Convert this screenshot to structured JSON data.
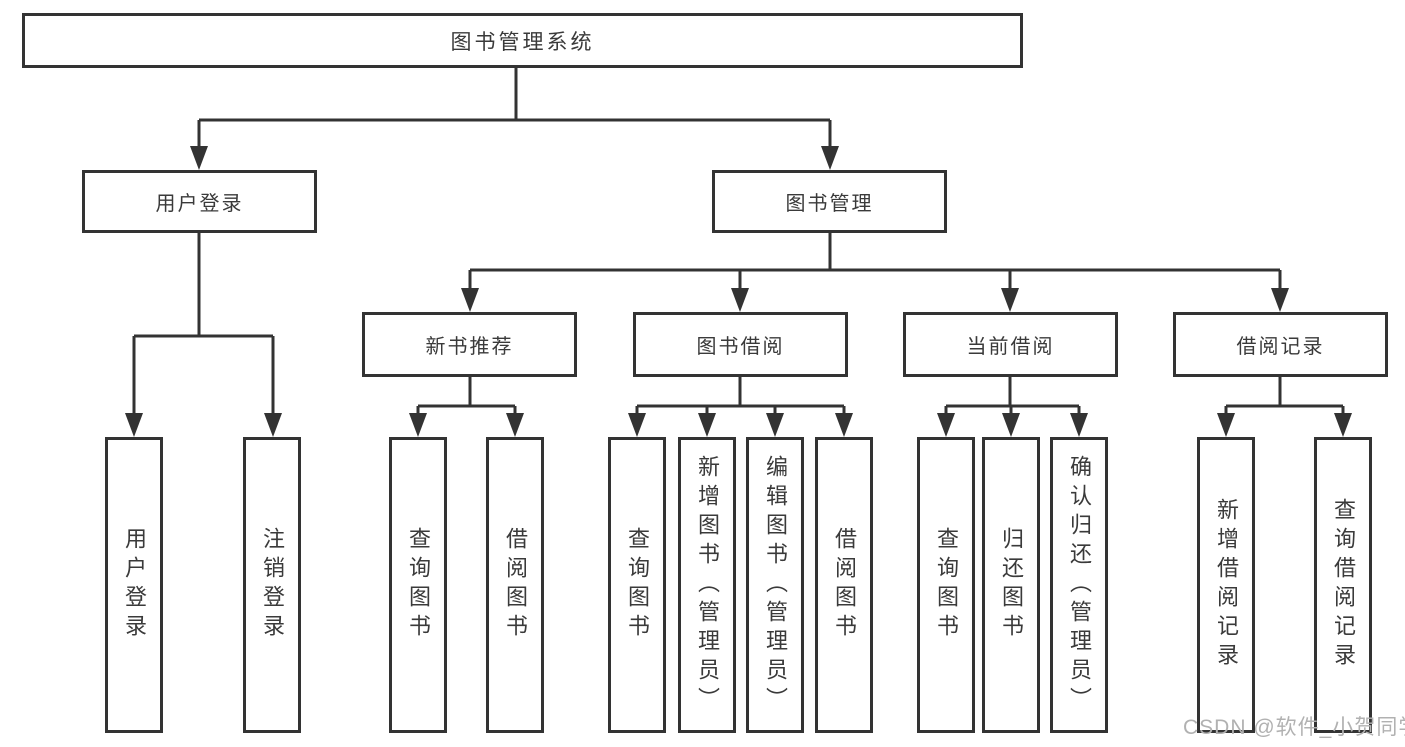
{
  "diagram": {
    "root": {
      "label": "图书管理系统"
    },
    "branches": [
      {
        "label": "用户登录",
        "children": [
          {
            "label": "用户登录"
          },
          {
            "label": "注销登录"
          }
        ]
      },
      {
        "label": "图书管理",
        "children": [
          {
            "label": "新书推荐",
            "children": [
              {
                "label": "查询图书"
              },
              {
                "label": "借阅图书"
              }
            ]
          },
          {
            "label": "图书借阅",
            "children": [
              {
                "label": "查询图书"
              },
              {
                "label": "新增图书（管理员）"
              },
              {
                "label": "编辑图书（管理员）"
              },
              {
                "label": "借阅图书"
              }
            ]
          },
          {
            "label": "当前借阅",
            "children": [
              {
                "label": "查询图书"
              },
              {
                "label": "归还图书"
              },
              {
                "label": "确认归还（管理员）"
              }
            ]
          },
          {
            "label": "借阅记录",
            "children": [
              {
                "label": "新增借阅记录"
              },
              {
                "label": "查询借阅记录"
              }
            ]
          }
        ]
      }
    ]
  },
  "watermark": {
    "text": "CSDN @软件_小贺同学"
  },
  "colors": {
    "line": "#333333",
    "text": "#3a3a3a",
    "watermark_text": "#b1b1b1",
    "background": "#ffffff"
  }
}
